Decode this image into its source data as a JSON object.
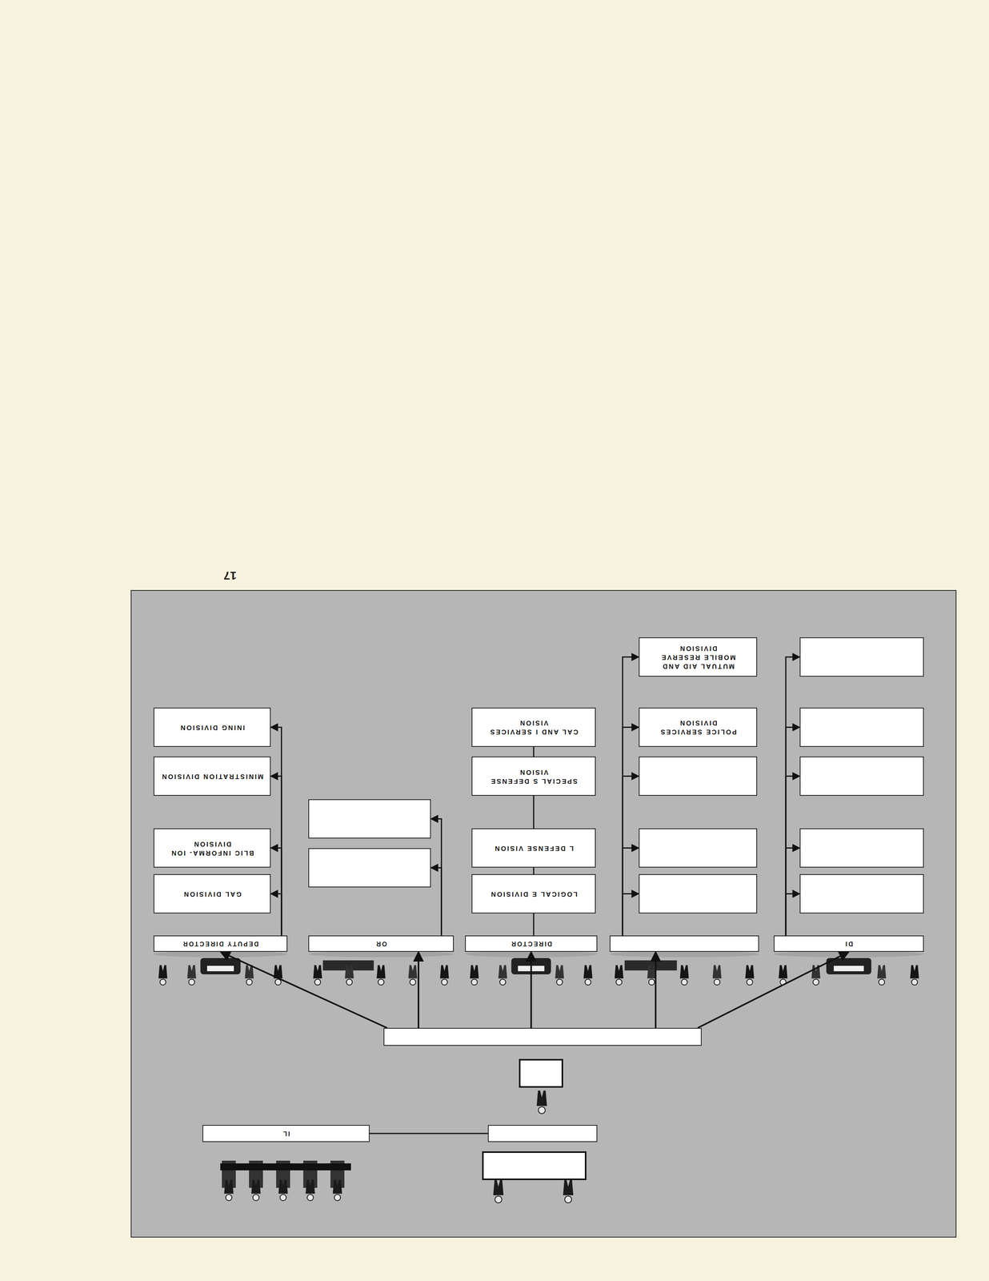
{
  "diagram": {
    "nodes": [
      {
        "text": []
      },
      {
        "text": [
          "IL"
        ]
      },
      {
        "text": []
      },
      {
        "text": [
          "DI"
        ]
      },
      {
        "text": []
      },
      {
        "text": [
          "DIRECTOR"
        ]
      },
      {
        "text": [
          "OR"
        ]
      },
      {
        "text": [
          "DEPUTY DIRECTOR"
        ]
      },
      {
        "text": []
      },
      {
        "text": []
      },
      {
        "text": []
      },
      {
        "text": []
      },
      {
        "text": []
      },
      {
        "text": []
      },
      {
        "text": []
      },
      {
        "text": []
      },
      {
        "text": [
          "POLICE SERVICES DIVISION"
        ]
      },
      {
        "text": [
          "MUTUAL AID AND MOBILE RESERVE DIVISION"
        ]
      },
      {
        "text": [
          "LOGICAL E DIVISION"
        ]
      },
      {
        "text": [
          "L DEFENSE VISION"
        ]
      },
      {
        "text": [
          "SPECIAL S DEFENSE VISION"
        ]
      },
      {
        "text": [
          "CAL AND I SERVICES VISION"
        ]
      },
      {
        "text": []
      },
      {
        "text": []
      },
      {
        "text": [
          "GAL DIVISION"
        ]
      },
      {
        "text": [
          "BLIC INFORMA- ION DIVISION"
        ]
      },
      {
        "text": [
          "MINISTRATION DIVISION"
        ]
      },
      {
        "text": [
          "INING DIVISION"
        ]
      }
    ],
    "edges": [
      {
        "from": 0,
        "to": 1,
        "arrow": "none"
      },
      {
        "from": 2,
        "to": 3,
        "arrow": "to"
      },
      {
        "from": 2,
        "to": 4,
        "arrow": "to"
      },
      {
        "from": 2,
        "to": 5,
        "arrow": "to"
      },
      {
        "from": 2,
        "to": 6,
        "arrow": "to"
      },
      {
        "from": 2,
        "to": 7,
        "arrow": "to"
      },
      {
        "from": 3,
        "to": 8,
        "arrow": "to"
      },
      {
        "from": 3,
        "to": 9,
        "arrow": "to"
      },
      {
        "from": 3,
        "to": 10,
        "arrow": "to"
      },
      {
        "from": 3,
        "to": 11,
        "arrow": "to"
      },
      {
        "from": 3,
        "to": 12,
        "arrow": "to"
      },
      {
        "from": 4,
        "to": 13,
        "arrow": "to"
      },
      {
        "from": 4,
        "to": 14,
        "arrow": "to"
      },
      {
        "from": 4,
        "to": 15,
        "arrow": "to"
      },
      {
        "from": 4,
        "to": 16,
        "arrow": "to"
      },
      {
        "from": 4,
        "to": 17,
        "arrow": "to"
      },
      {
        "from": 5,
        "to": 18,
        "arrow": "none"
      },
      {
        "from": 18,
        "to": 19,
        "arrow": "none"
      },
      {
        "from": 19,
        "to": 20,
        "arrow": "none"
      },
      {
        "from": 20,
        "to": 21,
        "arrow": "none"
      },
      {
        "from": 6,
        "to": 22,
        "arrow": "to"
      },
      {
        "from": 6,
        "to": 23,
        "arrow": "to"
      },
      {
        "from": 7,
        "to": 24,
        "arrow": "to"
      },
      {
        "from": 7,
        "to": 25,
        "arrow": "to"
      },
      {
        "from": 7,
        "to": 26,
        "arrow": "to"
      },
      {
        "from": 7,
        "to": 27,
        "arrow": "to"
      }
    ],
    "labels": [
      "17"
    ]
  }
}
